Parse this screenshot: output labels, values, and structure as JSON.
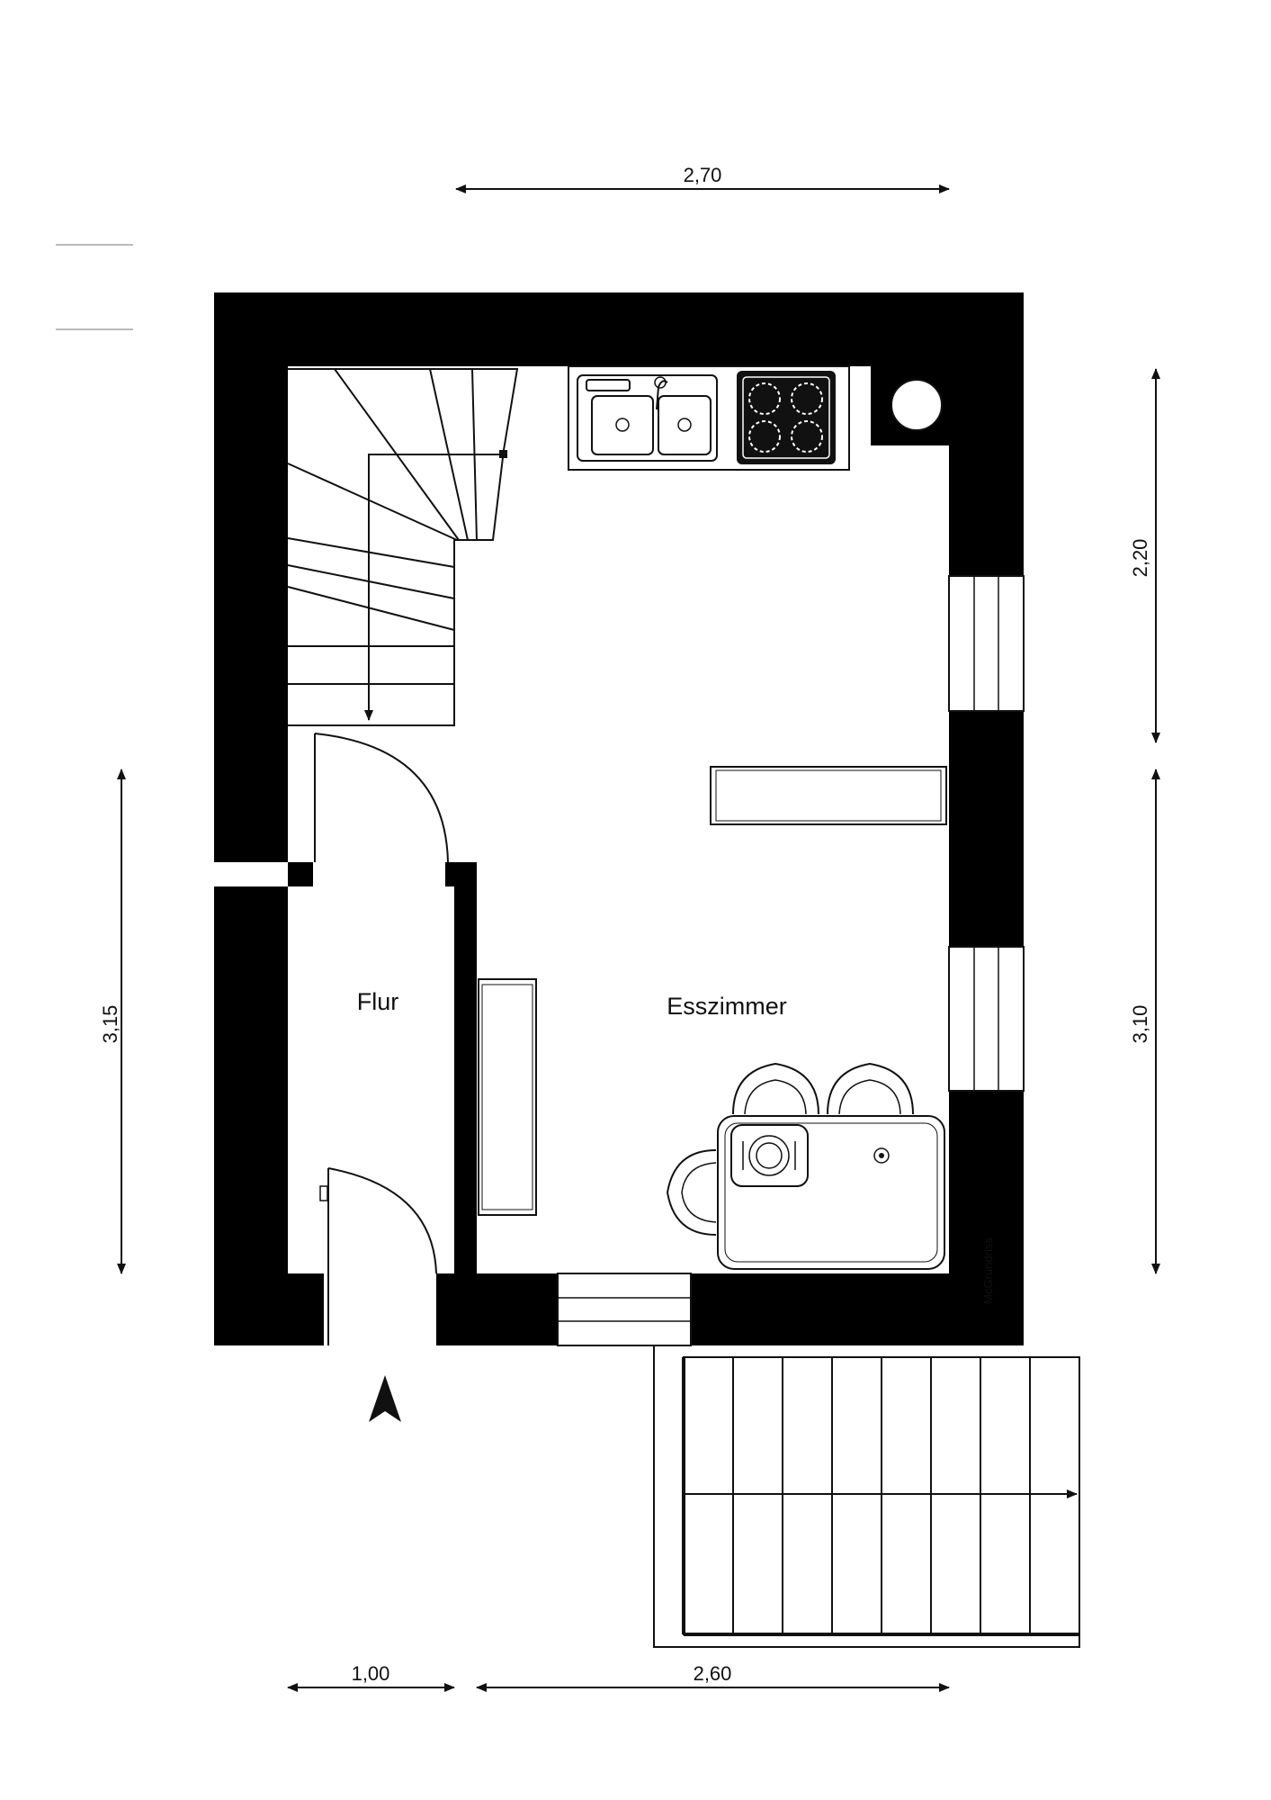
{
  "dimensions": {
    "top_width": "2,70",
    "right_upper": "2,20",
    "right_lower": "3,10",
    "left_height": "3,15",
    "bottom_left": "1,00",
    "bottom_right": "2,60"
  },
  "rooms": {
    "hallway": "Flur",
    "dining": "Esszimmer"
  },
  "watermark": "McGrundriss",
  "colors": {
    "wall": "#000000",
    "line": "#111111",
    "background": "#ffffff"
  }
}
